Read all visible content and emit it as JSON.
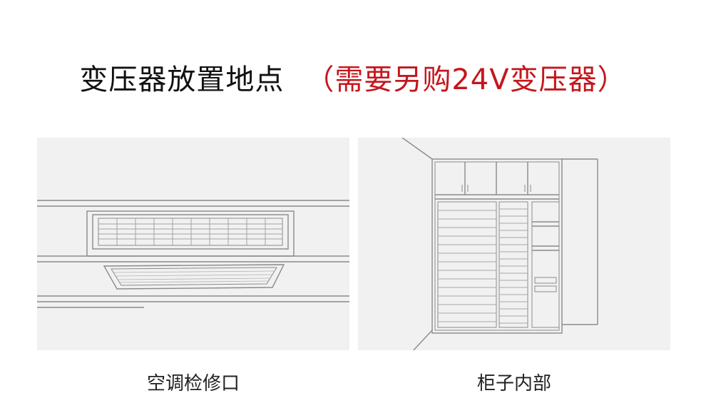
{
  "header": {
    "title_main": "变压器放置地点",
    "title_note": "（需要另购24V变压器）",
    "note_color": "#c4161c"
  },
  "panels": [
    {
      "caption": "空调检修口",
      "icon": "ceiling-ac-vent-sketch"
    },
    {
      "caption": "柜子内部",
      "icon": "wardrobe-cabinet-sketch"
    }
  ]
}
